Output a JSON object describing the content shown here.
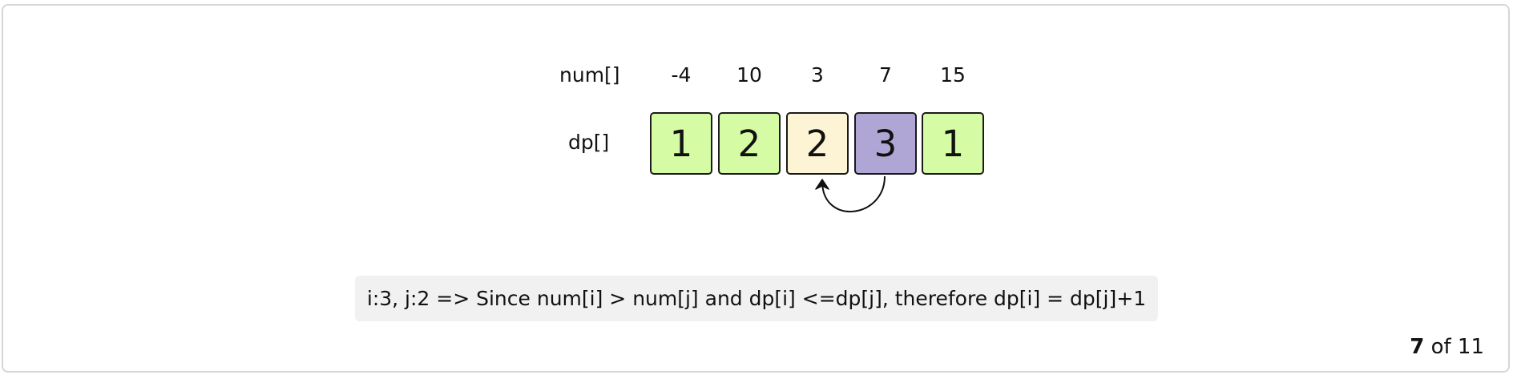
{
  "diagram": {
    "num_label": "num[]",
    "dp_label": "dp[]",
    "num": [
      "-4",
      "10",
      "3",
      "7",
      "15"
    ],
    "dp": [
      "1",
      "2",
      "2",
      "3",
      "1"
    ],
    "dp_states": [
      "done",
      "done",
      "j",
      "i",
      "done"
    ],
    "colors": {
      "done": "#d5fca4",
      "j": "#fdf4d5",
      "i": "#b0a6d5"
    },
    "arrow": {
      "from_index": 3,
      "to_index": 2
    }
  },
  "explanation": "i:3, j:2 => Since num[i] > num[j] and dp[i] <=dp[j], therefore dp[i] = dp[j]+1",
  "pager": {
    "current": "7",
    "separator": " of ",
    "total": "11"
  }
}
